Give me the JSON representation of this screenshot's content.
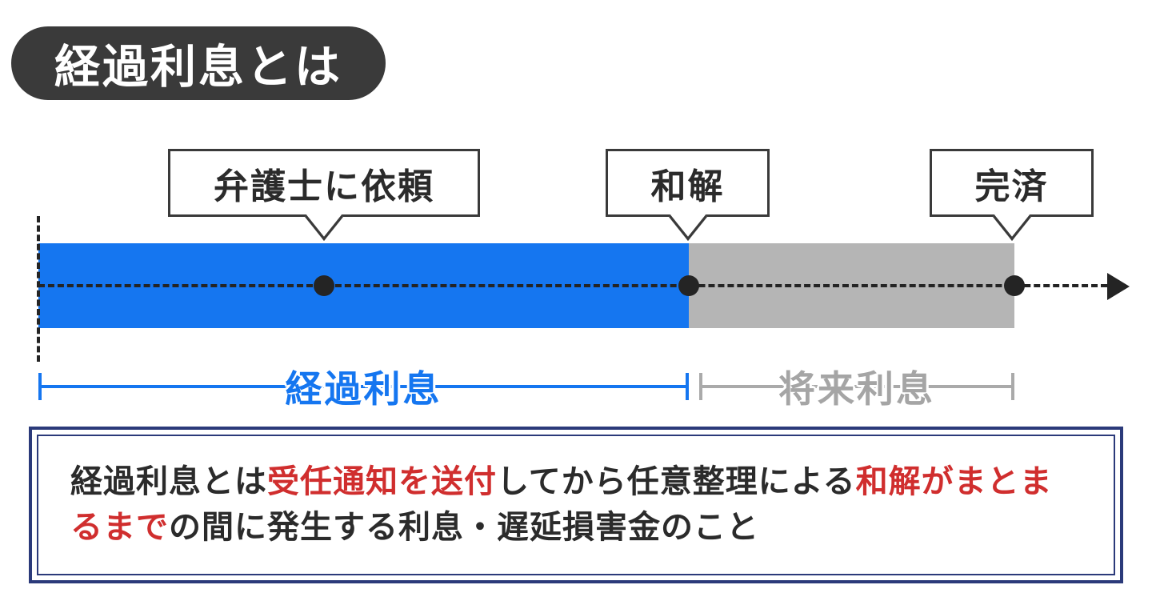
{
  "title": {
    "label": "経過利息とは"
  },
  "timeline": {
    "events": [
      {
        "label": "弁護士に依頼"
      },
      {
        "label": "和解"
      },
      {
        "label": "完済"
      }
    ],
    "periods": [
      {
        "label": "経過利息"
      },
      {
        "label": "将来利息"
      }
    ]
  },
  "description": {
    "parts": [
      {
        "text": "経過利息とは"
      },
      {
        "text": "受任通知を送付"
      },
      {
        "text": "してから任意整理による"
      },
      {
        "text": "和解がまとまるまで"
      },
      {
        "text": "の間に発生する利息・遅延損害金のこと"
      }
    ]
  },
  "colors": {
    "accent_blue": "#1576f0",
    "bar_gray": "#b5b5b5",
    "badge_dark": "#3a3a3a",
    "highlight_red": "#d02e2e",
    "box_border_navy": "#2b3a7a"
  }
}
